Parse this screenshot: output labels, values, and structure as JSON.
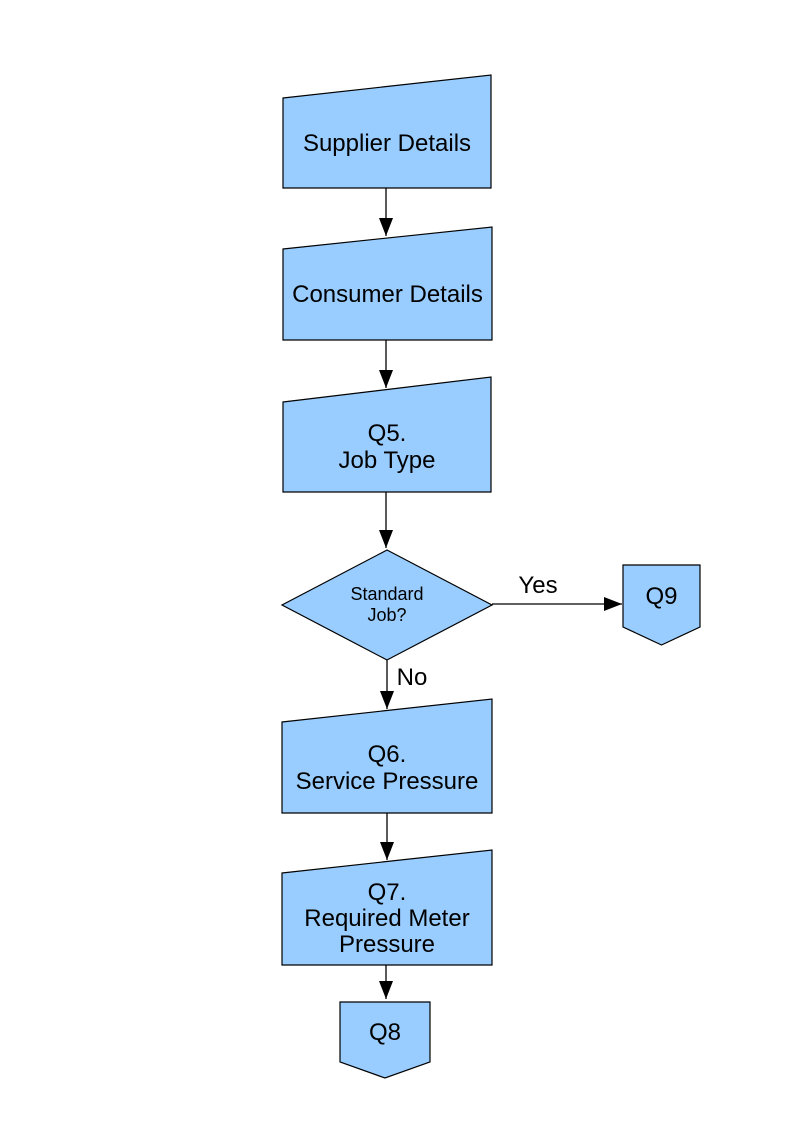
{
  "colors": {
    "node_fill": "#99CCFF",
    "node_stroke": "#000000",
    "arrow_color": "#000000",
    "text_color": "#000000"
  },
  "diagram": {
    "nodes": {
      "supplier": {
        "label": "Supplier Details",
        "shape": "manual-input"
      },
      "consumer": {
        "label": "Consumer Details",
        "shape": "manual-input"
      },
      "q5": {
        "label": "Q5.\nJob Type",
        "shape": "manual-input"
      },
      "decision": {
        "label": "Standard\nJob?",
        "shape": "decision"
      },
      "q9": {
        "label": "Q9",
        "shape": "offpage-connector"
      },
      "q6": {
        "label": "Q6.\nService Pressure",
        "shape": "manual-input"
      },
      "q7": {
        "label": "Q7.\nRequired Meter\nPressure",
        "shape": "manual-input"
      },
      "q8": {
        "label": "Q8",
        "shape": "offpage-connector"
      }
    },
    "edge_labels": {
      "yes": "Yes",
      "no": "No"
    }
  }
}
